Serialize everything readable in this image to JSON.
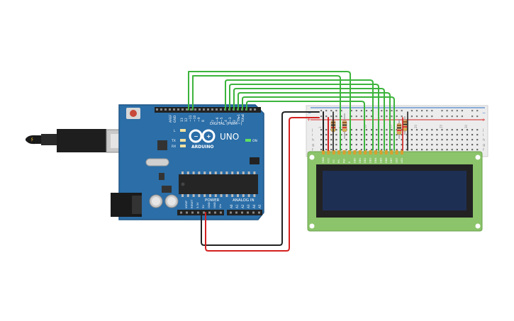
{
  "arduino": {
    "logo_text": "ARDUINO",
    "model_text": "UNO",
    "digital_header_label": "DIGITAL (PWM~)",
    "power_label": "POWER",
    "analog_label": "ANALOG IN",
    "on_label": "ON",
    "led_l": "L",
    "led_tx": "TX",
    "led_rx": "RX",
    "aref_label": "AREF",
    "gnd_label": "GND",
    "digital_pin_labels": [
      "13",
      "12",
      "~11",
      "~10",
      "~9",
      "8",
      "7",
      "~6",
      "~5",
      "4",
      "~3",
      "2",
      "TX▸1",
      "RX◂0"
    ],
    "power_pin_labels": [
      "IOREF",
      "RESET",
      "3.3V",
      "5V",
      "GND",
      "GND",
      "Vin"
    ],
    "analog_pin_labels": [
      "A0",
      "A1",
      "A2",
      "A3",
      "A4",
      "A5"
    ]
  },
  "breadboard": {
    "row_letters": [
      "j",
      "i",
      "h",
      "g",
      "f"
    ],
    "column_numbers": [
      "1",
      "5",
      "10",
      "15",
      "20",
      "25",
      "30"
    ]
  },
  "lcd": {
    "pin_labels": [
      "GND",
      "VCC",
      "V0",
      "RS",
      "RW",
      "E",
      "DB0",
      "DB1",
      "DB2",
      "DB3",
      "DB4",
      "DB5",
      "DB6",
      "DB7",
      "LED",
      "LED"
    ]
  },
  "colors": {
    "board_blue": "#2b6ea8",
    "wire_green": "#3cb43c",
    "wire_red": "#d42020",
    "wire_black": "#222222",
    "lcd_screen": "#1e2f54",
    "lcd_pcb": "#8bc46a"
  }
}
